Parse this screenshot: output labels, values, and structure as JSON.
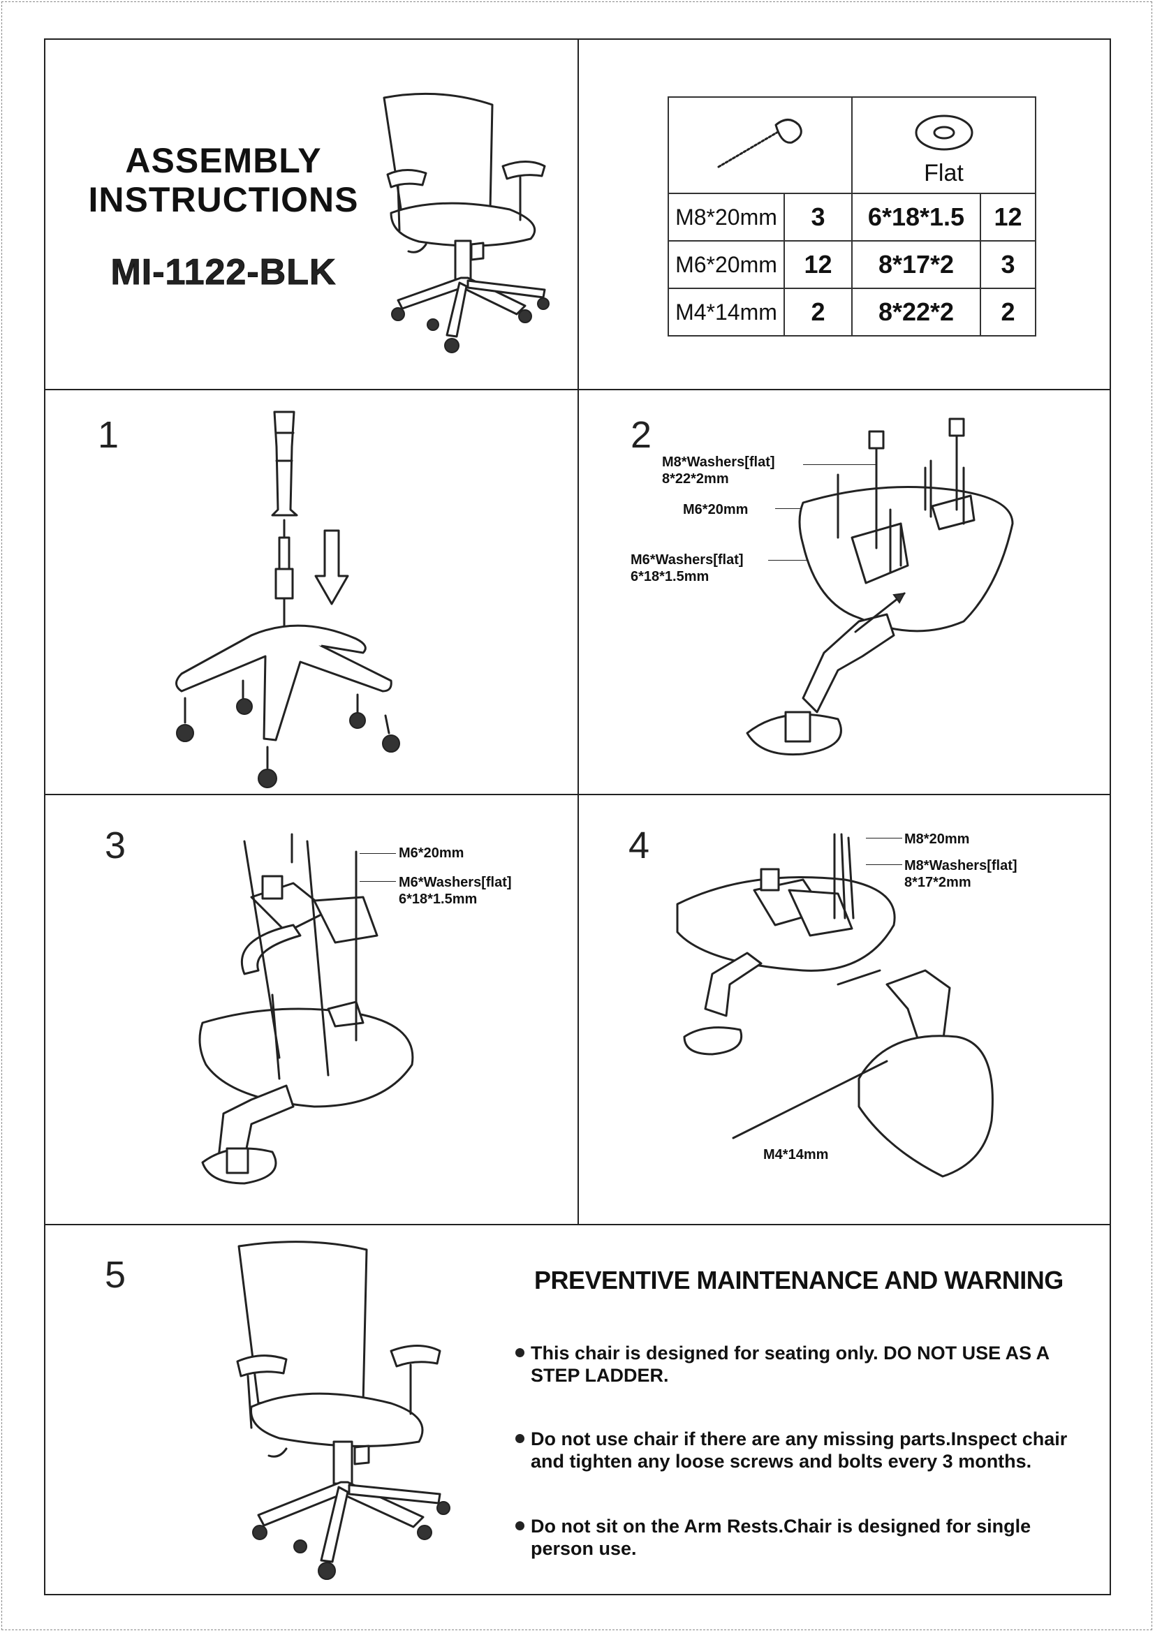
{
  "header": {
    "title_line1": "ASSEMBLY",
    "title_line2": "INSTRUCTIONS",
    "model": "MI-1122-BLK"
  },
  "hardware_table": {
    "washer_label": "Flat",
    "rows": [
      {
        "bolt": "M8*20mm",
        "bolt_qty": "3",
        "washer": "6*18*1.5",
        "washer_qty": "12"
      },
      {
        "bolt": "M6*20mm",
        "bolt_qty": "12",
        "washer": "8*17*2",
        "washer_qty": "3"
      },
      {
        "bolt": "M4*14mm",
        "bolt_qty": "2",
        "washer": "8*22*2",
        "washer_qty": "2"
      }
    ]
  },
  "steps": {
    "s1": {
      "number": "1"
    },
    "s2": {
      "number": "2",
      "labels": [
        "M8*Washers[flat]",
        "8*22*2mm",
        "M6*20mm",
        "M6*Washers[flat]",
        "6*18*1.5mm"
      ]
    },
    "s3": {
      "number": "3",
      "labels": [
        "M6*20mm",
        "M6*Washers[flat]",
        "6*18*1.5mm"
      ]
    },
    "s4": {
      "number": "4",
      "labels": [
        "M8*20mm",
        "M8*Washers[flat]",
        "8*17*2mm",
        "M4*14mm"
      ]
    },
    "s5": {
      "number": "5"
    }
  },
  "warning": {
    "title": "PREVENTIVE MAINTENANCE AND WARNING",
    "bullets": [
      {
        "line1": "This chair is designed for seating only.   DO NOT USE AS A",
        "line2": "STEP LADDER."
      },
      {
        "line1": "Do not use chair if there are any missing parts.Inspect chair",
        "line2": "and tighten any loose screws and bolts every 3 months."
      },
      {
        "line1": "Do not sit on the Arm Rests.Chair is designed for single",
        "line2": "person use."
      }
    ]
  }
}
